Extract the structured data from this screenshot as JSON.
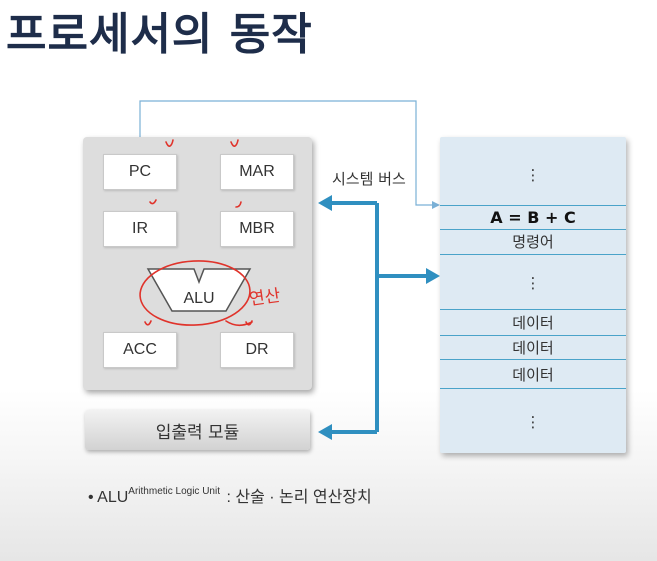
{
  "title": "프로세서의 동작",
  "cpu": {
    "registers": {
      "pc": "PC",
      "mar": "MAR",
      "ir": "IR",
      "mbr": "MBR",
      "acc": "ACC",
      "dr": "DR"
    },
    "alu": "ALU"
  },
  "io_module": "입출력 모듈",
  "bus_label": "시스템 버스",
  "memory": {
    "rows": [
      {
        "text": "⋮",
        "bold": false
      },
      {
        "text": "A = B + C",
        "bold": true
      },
      {
        "text": "명령어",
        "bold": false
      },
      {
        "text": "⋮",
        "bold": false
      },
      {
        "text": "데이터",
        "bold": false
      },
      {
        "text": "데이터",
        "bold": false
      },
      {
        "text": "데이터",
        "bold": false
      },
      {
        "text": "⋮",
        "bold": false
      }
    ]
  },
  "note": {
    "bullet": "•",
    "term": "ALU",
    "superscript": "Arithmetic Logic Unit",
    "description": ": 산술 · 논리 연산장치"
  },
  "annotation_handwritten": "연산",
  "colors": {
    "title": "#1e2d4a",
    "bus_arrow": "#2f8fc0",
    "thin_line": "#7ab0d6",
    "ink": "#e0332b",
    "memory_bg": "#deeaf3",
    "memory_line": "#4aa3c9"
  }
}
